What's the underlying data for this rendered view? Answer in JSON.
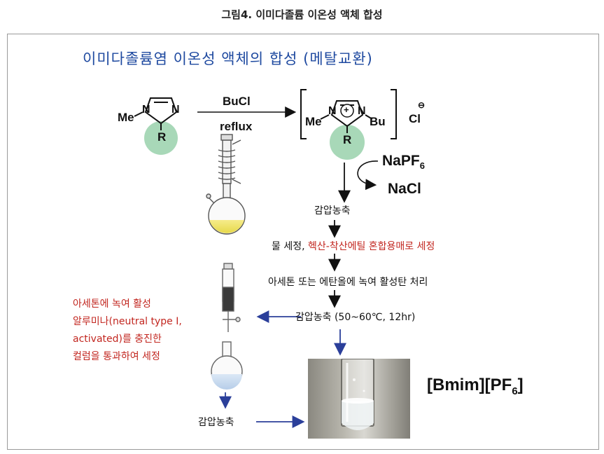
{
  "figure_caption": "그림4. 이미다졸륨 이온성 액체 합성",
  "title": "이미다졸륨염 이온성 액체의 합성 (메탈교환)",
  "reactant": {
    "me": "Me",
    "n1": "N",
    "n2": "N",
    "r": "R"
  },
  "reaction": {
    "reagent": "BuCl",
    "condition": "reflux"
  },
  "intermediate": {
    "me": "Me",
    "n1": "N",
    "plus": "+",
    "n2": "N",
    "bu": "Bu",
    "r": "R",
    "anion": "Cl",
    "anion_charge": "⊖"
  },
  "exchange": {
    "in_main": "NaPF",
    "in_sub": "6",
    "out": "NaCl"
  },
  "steps": {
    "evap1": "감압농축",
    "wash_prefix": "물 세정, ",
    "wash_red": "헥산-착산에틸 혼합용매로 세정",
    "dissolve": "아세톤 또는 에탄올에 녹여 활성탄 처리",
    "evap2": "감압농축 (50~60℃, 12hr)",
    "evap3": "감압농축"
  },
  "column_note": [
    "아세톤에 녹여 활성",
    "알루미나(neutral type I,",
    "activated)를 충진한",
    "컬럼을 통과하여 세정"
  ],
  "product": {
    "main": "[Bmim][PF",
    "sub": "6",
    "close": "]"
  },
  "colors": {
    "title_blue": "#1f4aa0",
    "note_red": "#c2261f",
    "arrow_blue": "#2b3f9a",
    "ring_green": "#a8d8b8"
  }
}
